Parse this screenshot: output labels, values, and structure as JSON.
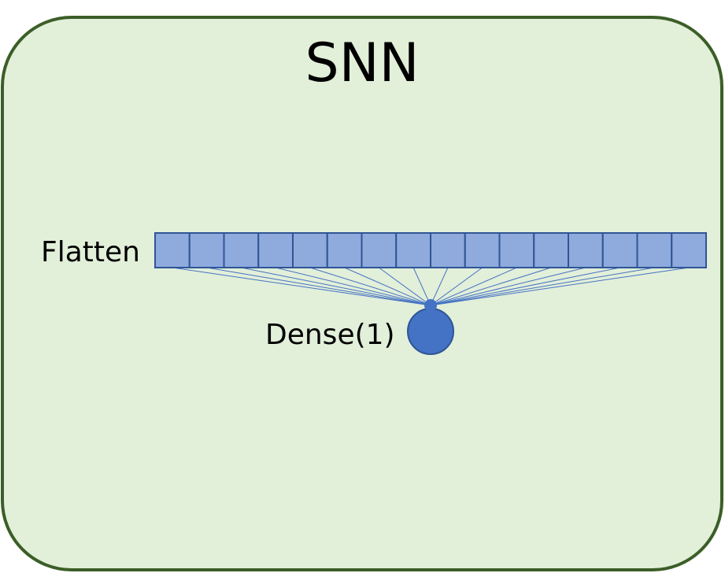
{
  "diagram": {
    "title": "SNN",
    "flatten_label": "Flatten",
    "dense_label": "Dense(1)",
    "flatten_cell_count": 16
  },
  "colors": {
    "panel_fill": "#e2efd9",
    "panel_border": "#3b5e27",
    "cell_fill": "#8faadc",
    "cell_border": "#2f5597",
    "connection_line": "#4472c4",
    "neuron_fill": "#4472c4",
    "neuron_border": "#2f5597"
  }
}
